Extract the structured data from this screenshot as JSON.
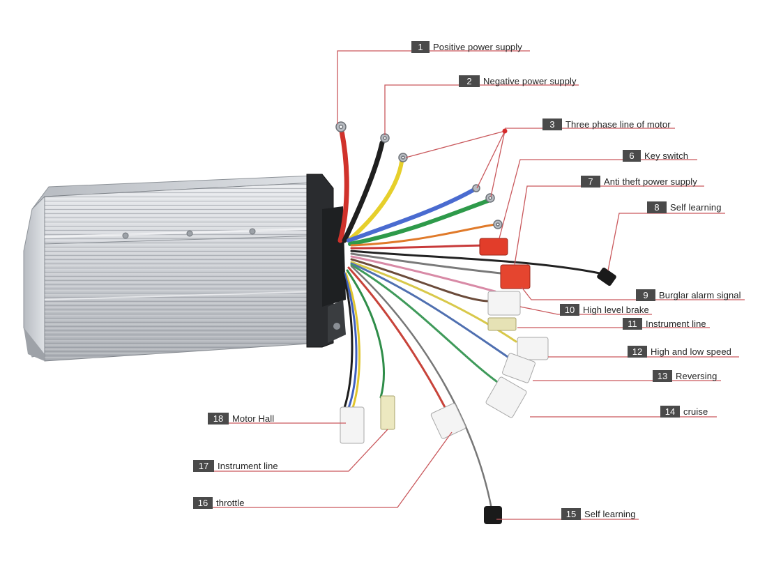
{
  "diagram": {
    "subject": "brushless-motor-controller",
    "leader_color": "#c9585c",
    "label_box_color": "#4a4a4a",
    "callouts": [
      {
        "number": "1",
        "label": "Positive power supply"
      },
      {
        "number": "2",
        "label": "Negative power supply"
      },
      {
        "number": "3",
        "label": "Three phase line of motor"
      },
      {
        "number": "6",
        "label": "Key switch"
      },
      {
        "number": "7",
        "label": "Anti theft power supply"
      },
      {
        "number": "8",
        "label": "Self learning"
      },
      {
        "number": "9",
        "label": "Burglar alarm signal"
      },
      {
        "number": "10",
        "label": "High level brake"
      },
      {
        "number": "11",
        "label": "Instrument line"
      },
      {
        "number": "12",
        "label": "High and low speed"
      },
      {
        "number": "13",
        "label": "Reversing"
      },
      {
        "number": "14",
        "label": "cruise"
      },
      {
        "number": "15",
        "label": "Self learning"
      },
      {
        "number": "16",
        "label": "throttle"
      },
      {
        "number": "17",
        "label": "Instrument line"
      },
      {
        "number": "18",
        "label": "Motor Hall"
      }
    ]
  }
}
